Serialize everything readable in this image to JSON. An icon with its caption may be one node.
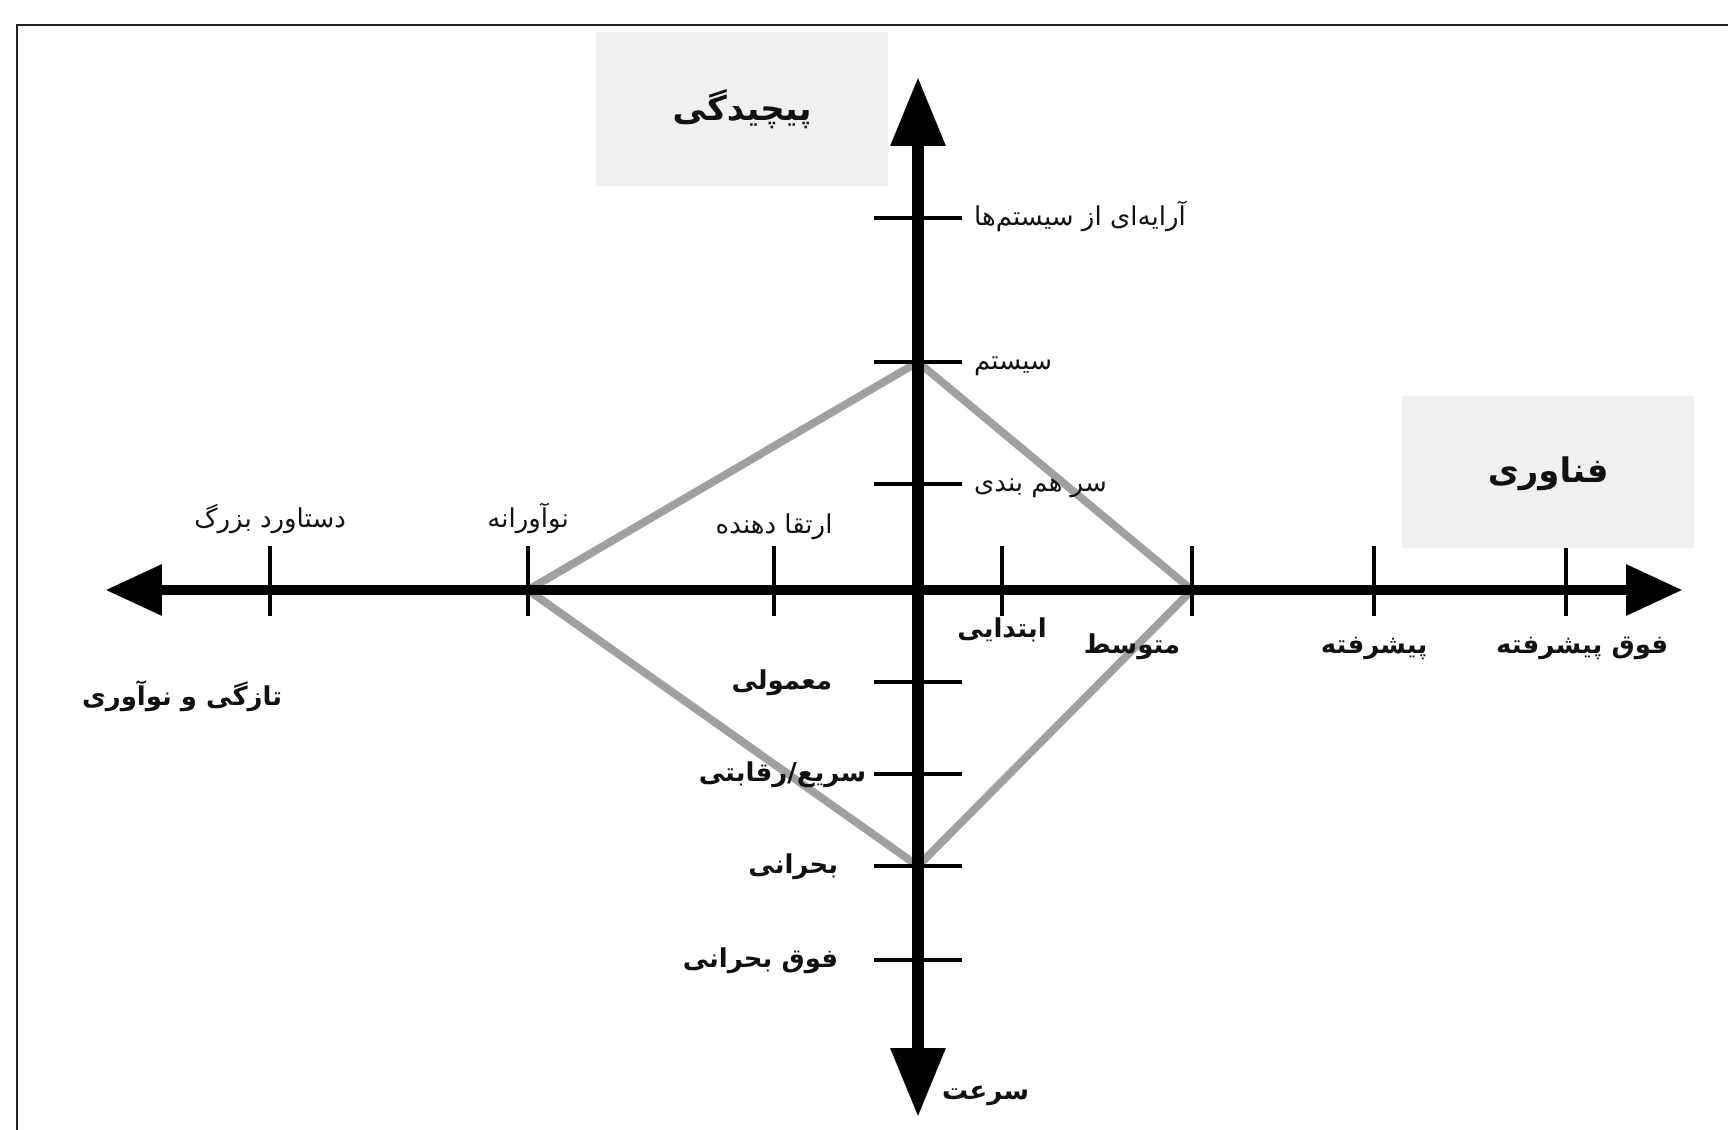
{
  "diagram": {
    "nodes": [
      {
        "text": [
          "پیچیدگی"
        ]
      },
      {
        "text": [
          "فناوری"
        ]
      }
    ],
    "labels": [
      "آرایه‌ای از سیستم‌ها",
      "سیستم",
      "سر هم بندی",
      "دستاورد بزرگ",
      "نوآورانه",
      "ارتقا دهنده",
      "ابتدایی",
      "متوسط",
      "پیشرفته",
      "فوق پیشرفته",
      "تازگی و نوآوری",
      "معمولی",
      "سریع/رقابتی",
      "بحرانی",
      "فوق بحرانی",
      "سرعت"
    ]
  }
}
